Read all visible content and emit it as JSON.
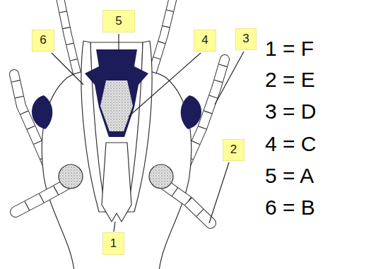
{
  "diagram": {
    "nodes": [
      {
        "text": [
          "5"
        ]
      },
      {
        "text": [
          "6"
        ]
      },
      {
        "text": [
          "4"
        ]
      },
      {
        "text": [
          "3"
        ]
      },
      {
        "text": [
          "2"
        ]
      },
      {
        "text": [
          "1"
        ]
      }
    ],
    "labels": [
      "1 = F",
      "2 = E",
      "3 = D",
      "4 = C",
      "5 = A",
      "6 = B"
    ]
  }
}
